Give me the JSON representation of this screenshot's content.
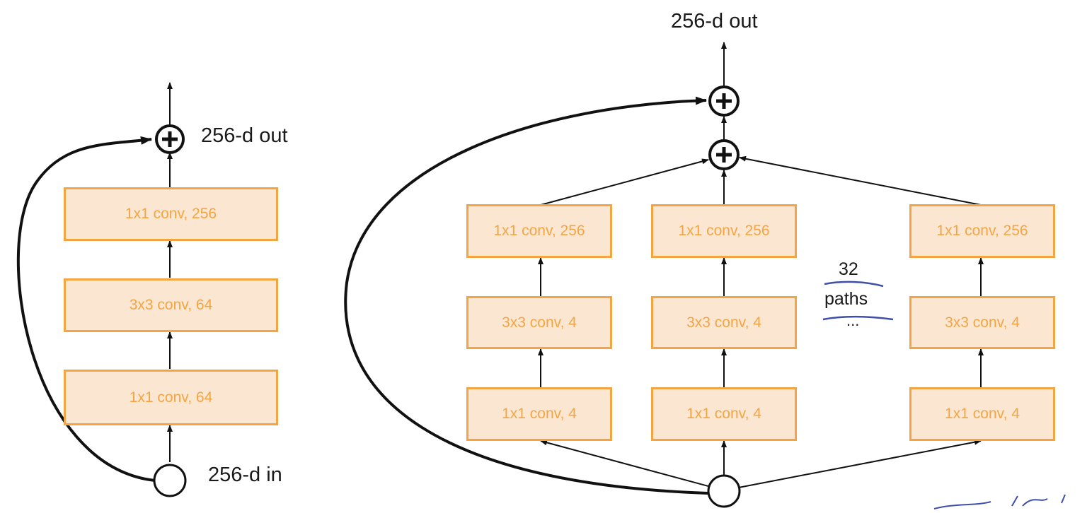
{
  "left_block": {
    "input_label": "256-d in",
    "output_label": "256-d out",
    "layers": [
      "1x1 conv, 64",
      "3x3 conv, 64",
      "1x1 conv, 256"
    ]
  },
  "right_block": {
    "output_label": "256-d out",
    "paths": [
      {
        "layers": [
          "1x1 conv, 4",
          "3x3 conv, 4",
          "1x1 conv, 256"
        ]
      },
      {
        "layers": [
          "1x1 conv, 4",
          "3x3 conv, 4",
          "1x1 conv, 256"
        ]
      },
      {
        "layers": [
          "1x1 conv, 4",
          "3x3 conv, 4",
          "1x1 conv, 256"
        ]
      }
    ],
    "annotation": {
      "count": "32",
      "word": "paths",
      "ellipsis": "..."
    }
  },
  "colors": {
    "block_fill": "#fbe6d2",
    "block_border": "#f3a543",
    "block_text": "#f3a543",
    "line": "#111111",
    "handwriting": "#3f4fa8"
  }
}
